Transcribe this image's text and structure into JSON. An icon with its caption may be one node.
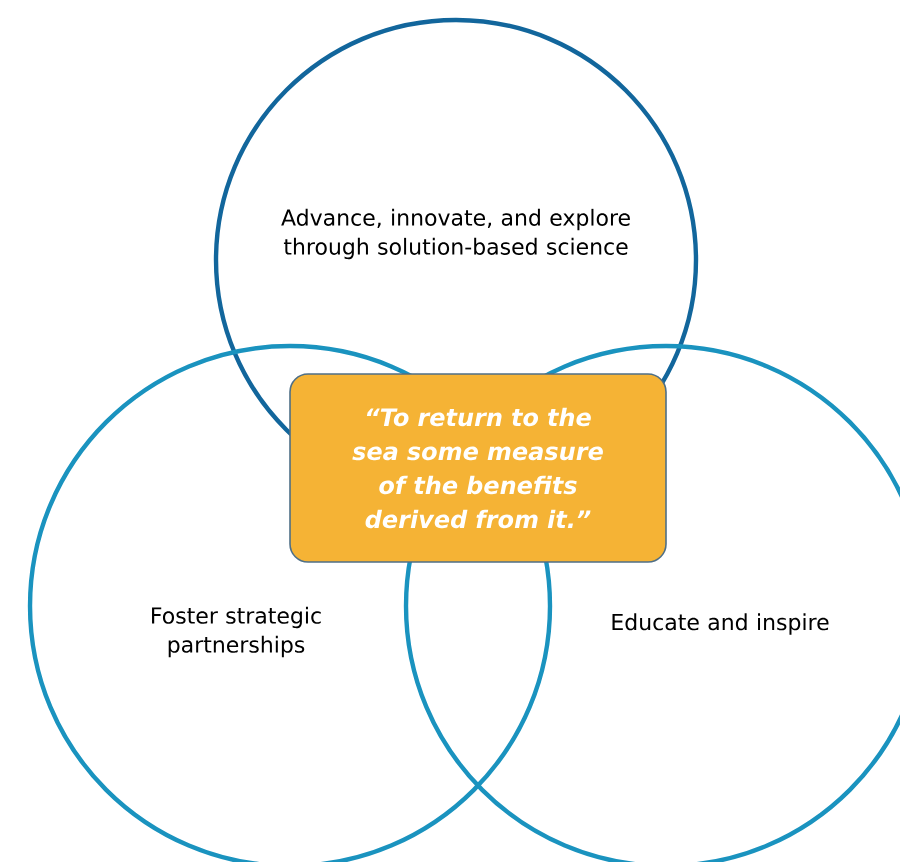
{
  "diagram": {
    "nodes": [
      {
        "text": [
          "Advance, innovate, and explore through solution-based science"
        ]
      },
      {
        "text": [
          "“To return to the sea some measure of the benefits derived from it.”"
        ]
      },
      {
        "text": [
          "Foster strategic partnerships"
        ]
      },
      {
        "text": [
          "Educate and inspire"
        ]
      }
    ]
  }
}
